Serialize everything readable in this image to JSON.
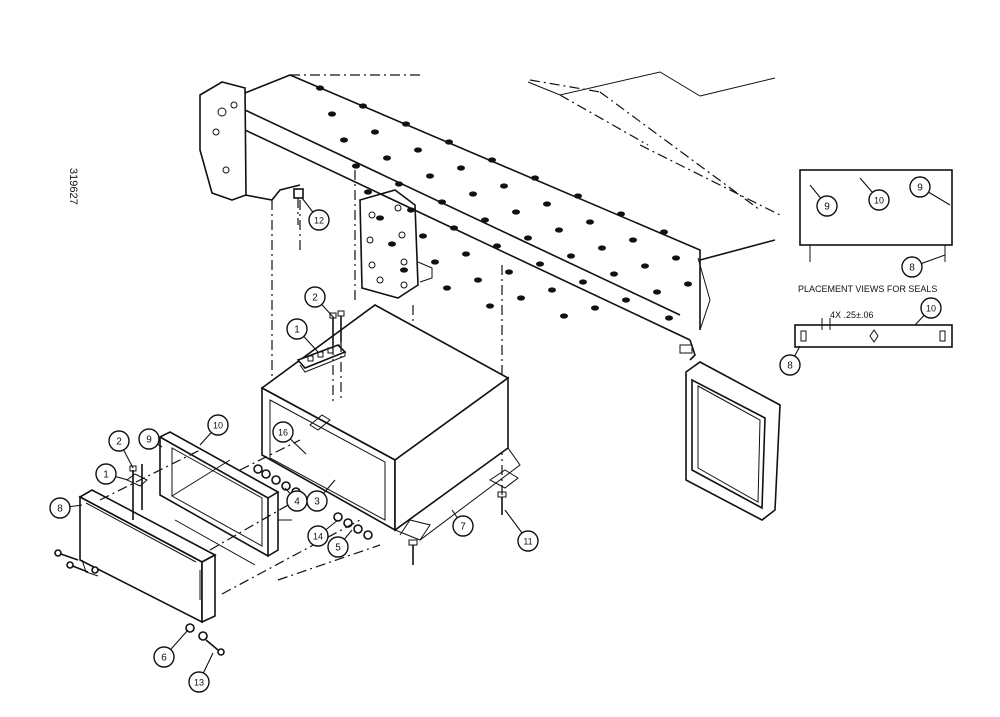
{
  "drawing": {
    "drawing_number": "319627",
    "inset_caption": "PLACEMENT VIEWS FOR SEALS",
    "dimension_note": "4X .25±.06"
  },
  "callouts": [
    {
      "label": "1"
    },
    {
      "label": "2"
    },
    {
      "label": "1"
    },
    {
      "label": "2"
    },
    {
      "label": "9"
    },
    {
      "label": "10"
    },
    {
      "label": "8"
    },
    {
      "label": "16"
    },
    {
      "label": "4"
    },
    {
      "label": "3"
    },
    {
      "label": "14"
    },
    {
      "label": "5"
    },
    {
      "label": "7"
    },
    {
      "label": "11"
    },
    {
      "label": "12"
    },
    {
      "label": "6"
    },
    {
      "label": "13"
    },
    {
      "label": "9"
    },
    {
      "label": "10"
    },
    {
      "label": "9"
    },
    {
      "label": "8"
    },
    {
      "label": "10"
    },
    {
      "label": "8"
    }
  ]
}
